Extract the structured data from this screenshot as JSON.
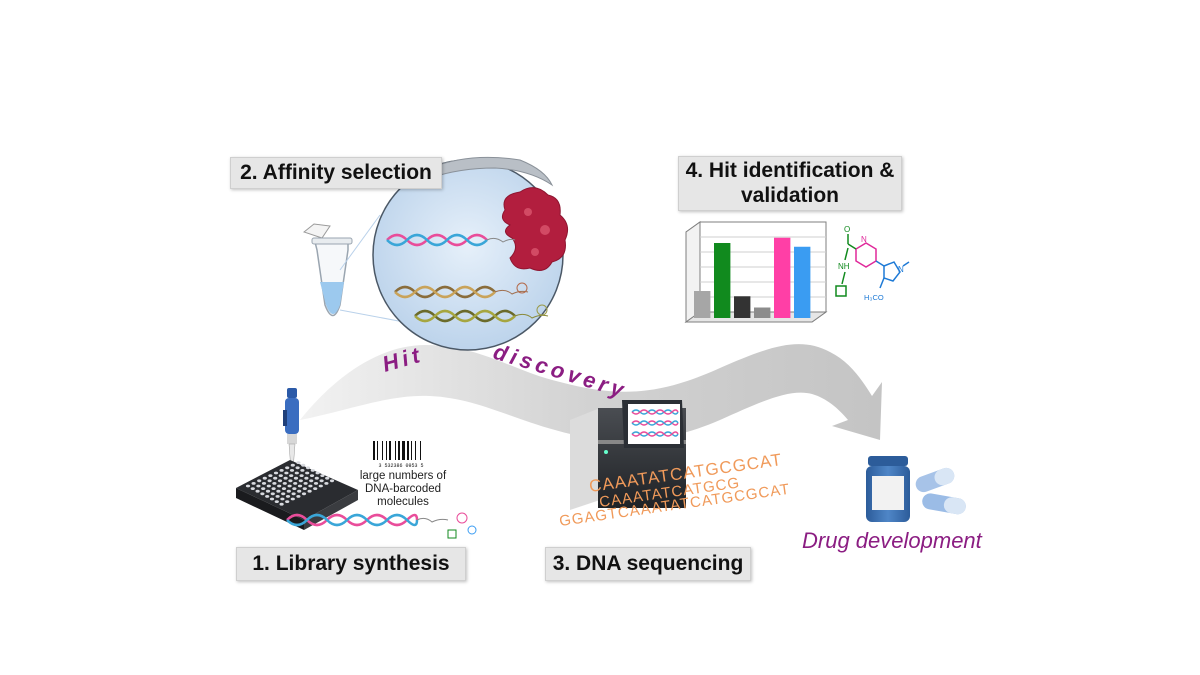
{
  "steps": {
    "step1": "1. Library synthesis",
    "step2": "2. Affinity selection",
    "step3": "3. DNA sequencing",
    "step4_line1": "4. Hit identification &",
    "step4_line2": "validation"
  },
  "arrow": {
    "word1": "Hit",
    "word2": "discovery"
  },
  "library_caption": {
    "line1": "large numbers of",
    "line2": "DNA-barcoded molecules"
  },
  "barcode_digits": "3 532386 0953 5",
  "sequence_reads": [
    "CAAATATCATGCGCAT",
    "CAAATATCATGCG",
    "GGAGTCAAATATCATGCGCAT"
  ],
  "molecule_labels": {
    "nh": "NH",
    "och3": "H₃CO",
    "methyl": "N"
  },
  "drug_label": "Drug development",
  "chart_data": {
    "type": "bar",
    "categories": [
      "",
      "",
      "",
      "",
      "",
      ""
    ],
    "values": [
      0.36,
      1.0,
      0.29,
      0.14,
      1.07,
      0.95
    ],
    "colors": [
      "#a6a6a6",
      "#118a1e",
      "#333333",
      "#8c8c8c",
      "#ff3fa6",
      "#3a9cf2"
    ],
    "grid": true,
    "title": "",
    "xlabel": "",
    "ylabel": ""
  },
  "colors": {
    "arrow": "#cfcfcf",
    "arrow_text": "#8b1d82",
    "protein": "#b21e3e",
    "sequence": "#f09a5a",
    "tube_liquid": "#9cc9ee"
  }
}
